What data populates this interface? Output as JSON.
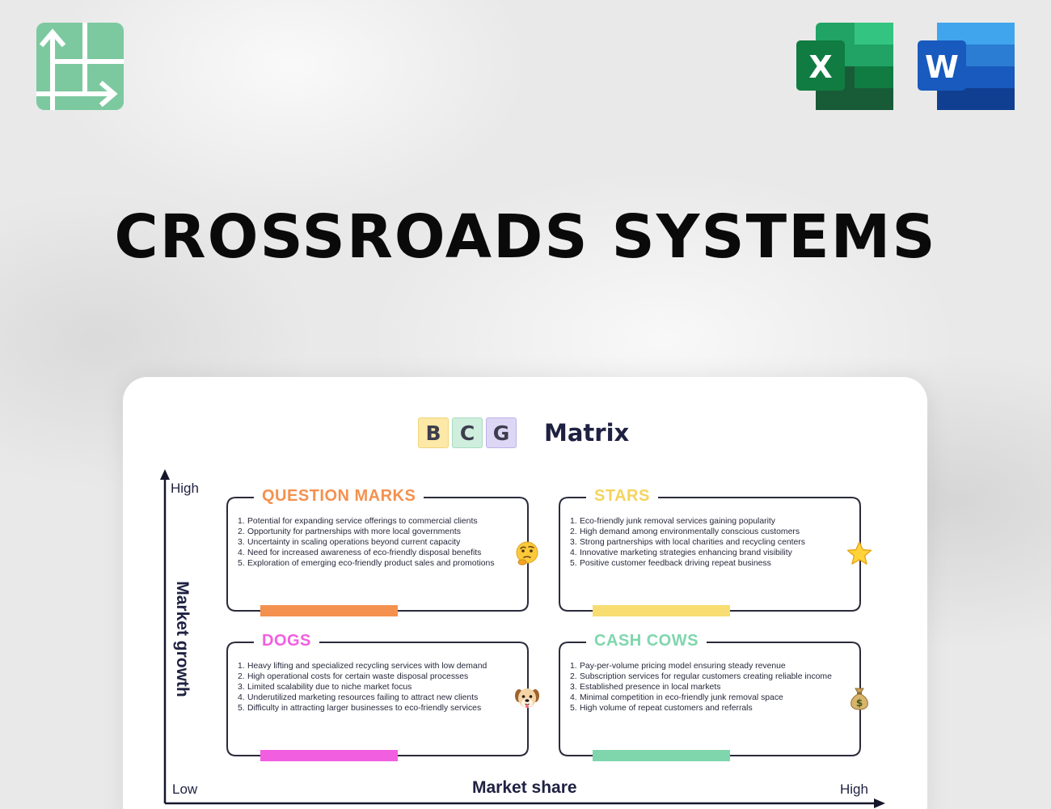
{
  "header": {
    "title": "CROSSROADS SYSTEMS",
    "icons": [
      "grid-arrows-logo-icon",
      "excel-icon",
      "word-icon"
    ],
    "excel_letter": "X",
    "word_letter": "W"
  },
  "card": {
    "heading_letters": [
      "B",
      "C",
      "G"
    ],
    "heading_word": "Matrix",
    "axes": {
      "y_high": "High",
      "x_low": "Low",
      "x_high": "High",
      "x_label": "Market share",
      "y_label": "Market growth"
    },
    "quadrants": {
      "question_marks": {
        "title": "QUESTION MARKS",
        "color": "#f4914e",
        "emoji": "thinking-face-icon",
        "items": [
          "Potential for expanding service offerings to commercial clients",
          "Opportunity for partnerships with more local governments",
          "Uncertainty in scaling operations beyond current capacity",
          "Need for increased awareness of eco-friendly disposal benefits",
          "Exploration of emerging eco-friendly product sales and promotions"
        ]
      },
      "stars": {
        "title": "STARS",
        "color": "#f7dd72",
        "emoji": "star-icon",
        "items": [
          "Eco-friendly junk removal services gaining popularity",
          "High demand among environmentally conscious customers",
          "Strong partnerships with local charities and recycling centers",
          "Innovative marketing strategies enhancing brand visibility",
          "Positive customer feedback driving repeat business"
        ]
      },
      "dogs": {
        "title": "DOGS",
        "color": "#f25ee0",
        "emoji": "dog-face-icon",
        "items": [
          "Heavy lifting and specialized recycling services with low demand",
          "High operational costs for certain waste disposal processes",
          "Limited scalability due to niche market focus",
          "Underutilized marketing resources failing to attract new clients",
          "Difficulty in attracting larger businesses to eco-friendly services"
        ]
      },
      "cash_cows": {
        "title": "CASH COWS",
        "color": "#7fd6ad",
        "emoji": "money-bag-icon",
        "items": [
          "Pay-per-volume pricing model ensuring steady revenue",
          "Subscription services for regular customers creating reliable income",
          "Established presence in local markets",
          "Minimal competition in eco-friendly junk removal space",
          "High volume of repeat customers and referrals"
        ]
      }
    }
  }
}
